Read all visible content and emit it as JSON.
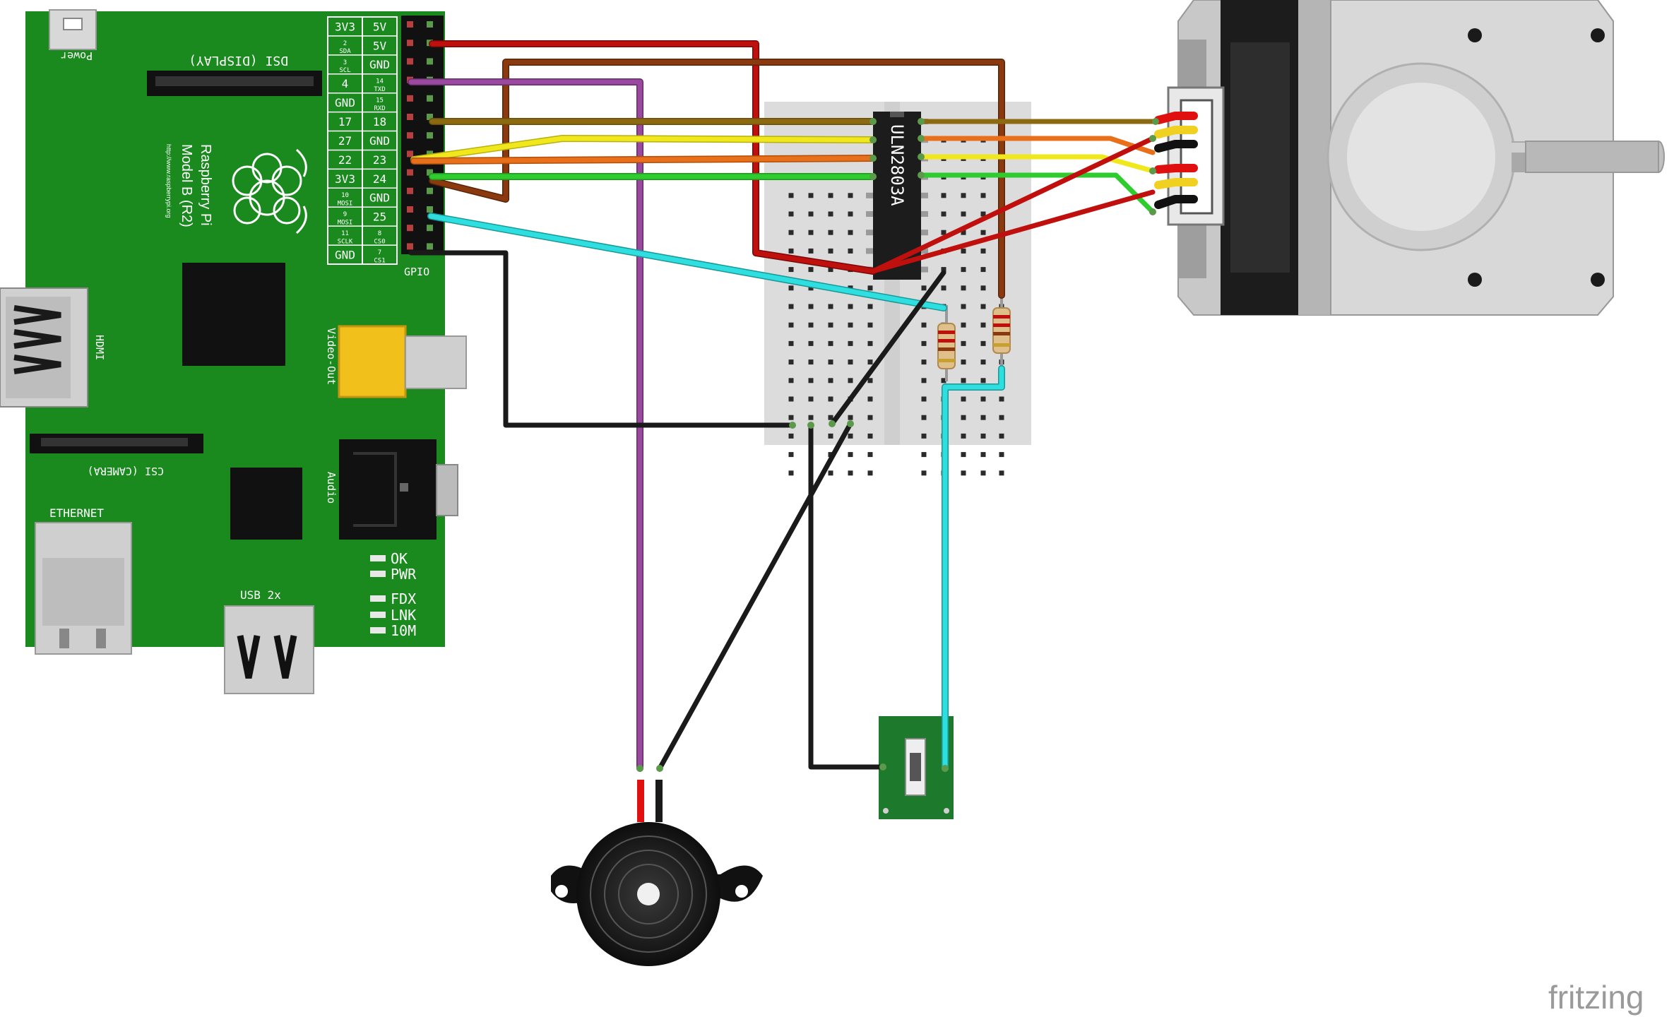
{
  "board": {
    "name_line1": "Raspberry Pi",
    "name_line2": "Model B (R2)",
    "url": "http://www.raspberrypi.org",
    "power_label": "Power",
    "dsi_label": "DSI (DISPLAY)",
    "csi_label": "CSI (CAMERA)",
    "hdmi_label": "HDMI",
    "video_label": "Video-Out",
    "audio_label": "Audio",
    "ethernet_label": "ETHERNET",
    "usb_label": "USB 2x",
    "gpio_label": "GPIO",
    "leds": [
      "OK",
      "PWR",
      "FDX",
      "LNK",
      "10M"
    ]
  },
  "gpio_pins": [
    {
      "left": "3V3",
      "left_sub": "",
      "right": "5V",
      "right_sub": ""
    },
    {
      "left": "2",
      "left_sub": "SDA",
      "right": "5V",
      "right_sub": ""
    },
    {
      "left": "3",
      "left_sub": "SCL",
      "right": "GND",
      "right_sub": ""
    },
    {
      "left": "4",
      "left_sub": "",
      "right": "14",
      "right_sub": "TXD"
    },
    {
      "left": "GND",
      "left_sub": "",
      "right": "15",
      "right_sub": "RXD"
    },
    {
      "left": "17",
      "left_sub": "",
      "right": "18",
      "right_sub": ""
    },
    {
      "left": "27",
      "left_sub": "",
      "right": "GND",
      "right_sub": ""
    },
    {
      "left": "22",
      "left_sub": "",
      "right": "23",
      "right_sub": ""
    },
    {
      "left": "3V3",
      "left_sub": "",
      "right": "24",
      "right_sub": ""
    },
    {
      "left": "10",
      "left_sub": "MOSI",
      "right": "GND",
      "right_sub": ""
    },
    {
      "left": "9",
      "left_sub": "MOSI",
      "right": "25",
      "right_sub": ""
    },
    {
      "left": "11",
      "left_sub": "SCLK",
      "right": "8",
      "right_sub": "CS0"
    },
    {
      "left": "GND",
      "left_sub": "",
      "right": "7",
      "right_sub": "CS1"
    }
  ],
  "chip": {
    "label": "ULN2803A"
  },
  "watermark": "fritzing",
  "colors": {
    "board": "#1a8a1f",
    "red": "#c0100e",
    "brown": "#8b3a10",
    "purple": "#9a4a9e",
    "olive": "#8b6a12",
    "yellow": "#f0e81c",
    "orange": "#e8701a",
    "green": "#2ecc2e",
    "cyan": "#2fdede",
    "black": "#1a1a1a"
  }
}
